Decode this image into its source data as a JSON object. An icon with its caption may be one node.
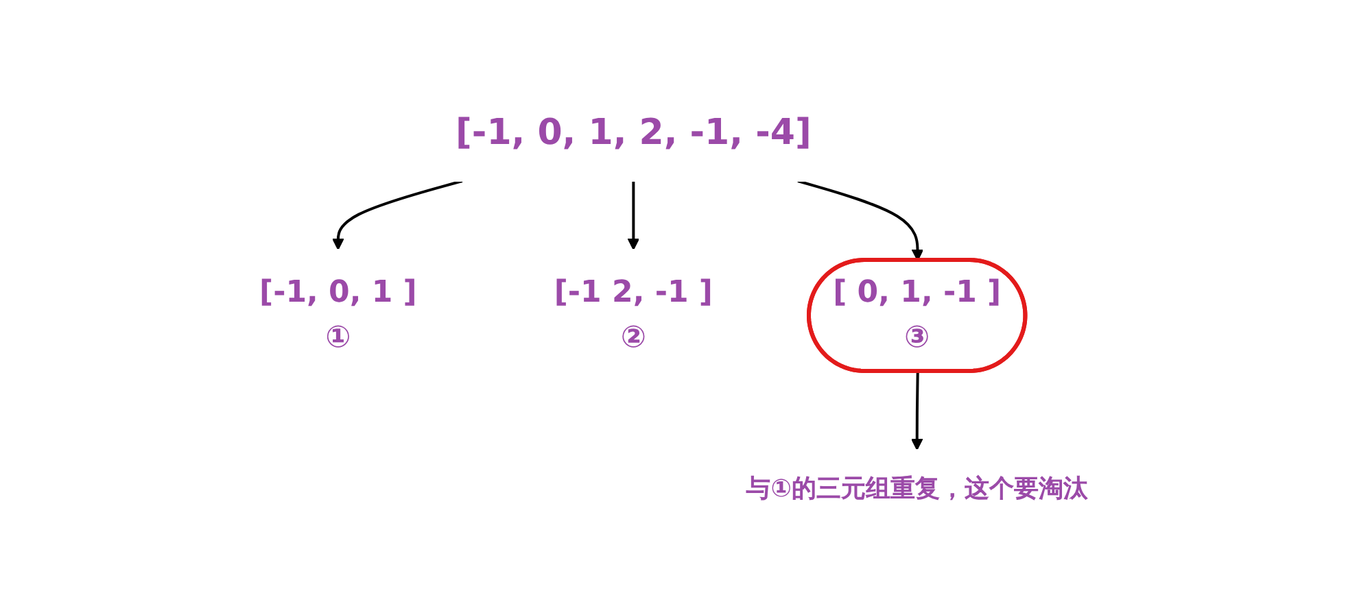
{
  "diagram": {
    "nodes": [
      {
        "text": [
          "[-1, 0, 1, 2, -1, -4]"
        ]
      },
      {
        "text": [
          "[-1, 0, 1 ]",
          "①"
        ]
      },
      {
        "text": [
          "[-1 2, -1 ]",
          "②"
        ]
      },
      {
        "text": [
          "[ 0, 1, -1 ]",
          "③"
        ]
      },
      {
        "text": [
          "与①的三元组重复，这个要淘汰"
        ]
      }
    ],
    "edges": [
      {
        "from": 0,
        "to": 1,
        "arrow": "to"
      },
      {
        "from": 0,
        "to": 2,
        "arrow": "to"
      },
      {
        "from": 0,
        "to": 3,
        "arrow": "to"
      },
      {
        "from": 3,
        "to": 4,
        "arrow": "to"
      }
    ]
  }
}
